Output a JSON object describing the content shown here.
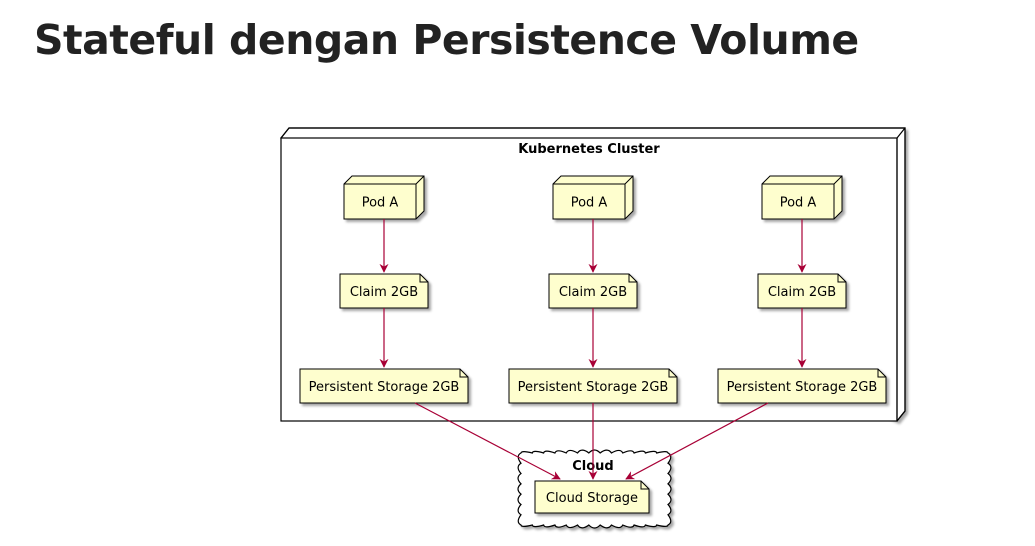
{
  "page": {
    "title": "Stateful dengan Persistence Volume"
  },
  "diagram": {
    "cluster_label": "Kubernetes Cluster",
    "cloud_label": "Cloud",
    "cloud_storage_label": "Cloud Storage",
    "columns": [
      {
        "pod": "Pod A",
        "claim": "Claim 2GB",
        "storage": "Persistent Storage 2GB"
      },
      {
        "pod": "Pod A",
        "claim": "Claim 2GB",
        "storage": "Persistent Storage 2GB"
      },
      {
        "pod": "Pod A",
        "claim": "Claim 2GB",
        "storage": "Persistent Storage 2GB"
      }
    ],
    "colors": {
      "node_fill": "#fefece",
      "arrow": "#a80036",
      "border": "#000000"
    }
  }
}
